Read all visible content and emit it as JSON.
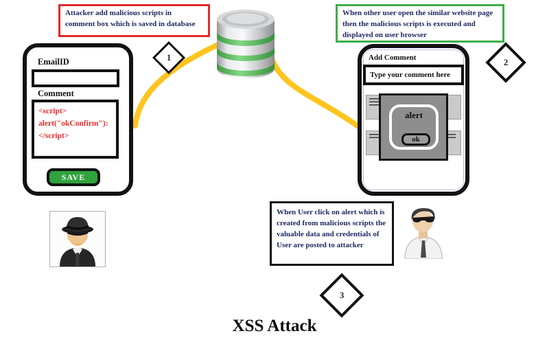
{
  "title": "XSS Attack",
  "callouts": {
    "step1": "Attacker add malicious scripts in comment box which is saved in database",
    "step2": "When other user open the similar website page then the malicious scripts is executed and displayed on user browser",
    "step3": "When User click on alert which is created from malicious scripts the valuable data and credentials of User are posted to attacker"
  },
  "steps": {
    "one": "1",
    "two": "2",
    "three": "3"
  },
  "attacker_form": {
    "email_label": "EmailID",
    "email_value": "",
    "comment_label": "Comment",
    "comment_lines": [
      "<script>",
      "alert(\"okConfirm\"):",
      "</script>"
    ],
    "save_label": "SAVE"
  },
  "user_browser": {
    "header": "Add Comment",
    "input_value": "Type your comment here",
    "alert_label": "alert",
    "ok_label": "ok"
  },
  "icons": {
    "database": "database-icon",
    "attacker": "attacker-spy-icon",
    "user": "user-person-icon"
  },
  "colors": {
    "step1_border": "#e02b2b",
    "step2_border": "#3fae49",
    "step3_border": "#121212",
    "text_navy": "#1f2a60",
    "script_red": "#e82c2c",
    "save_green": "#2fa33c",
    "connector_yellow": "#ffc41e",
    "alert_gray": "#8e8e8e"
  }
}
